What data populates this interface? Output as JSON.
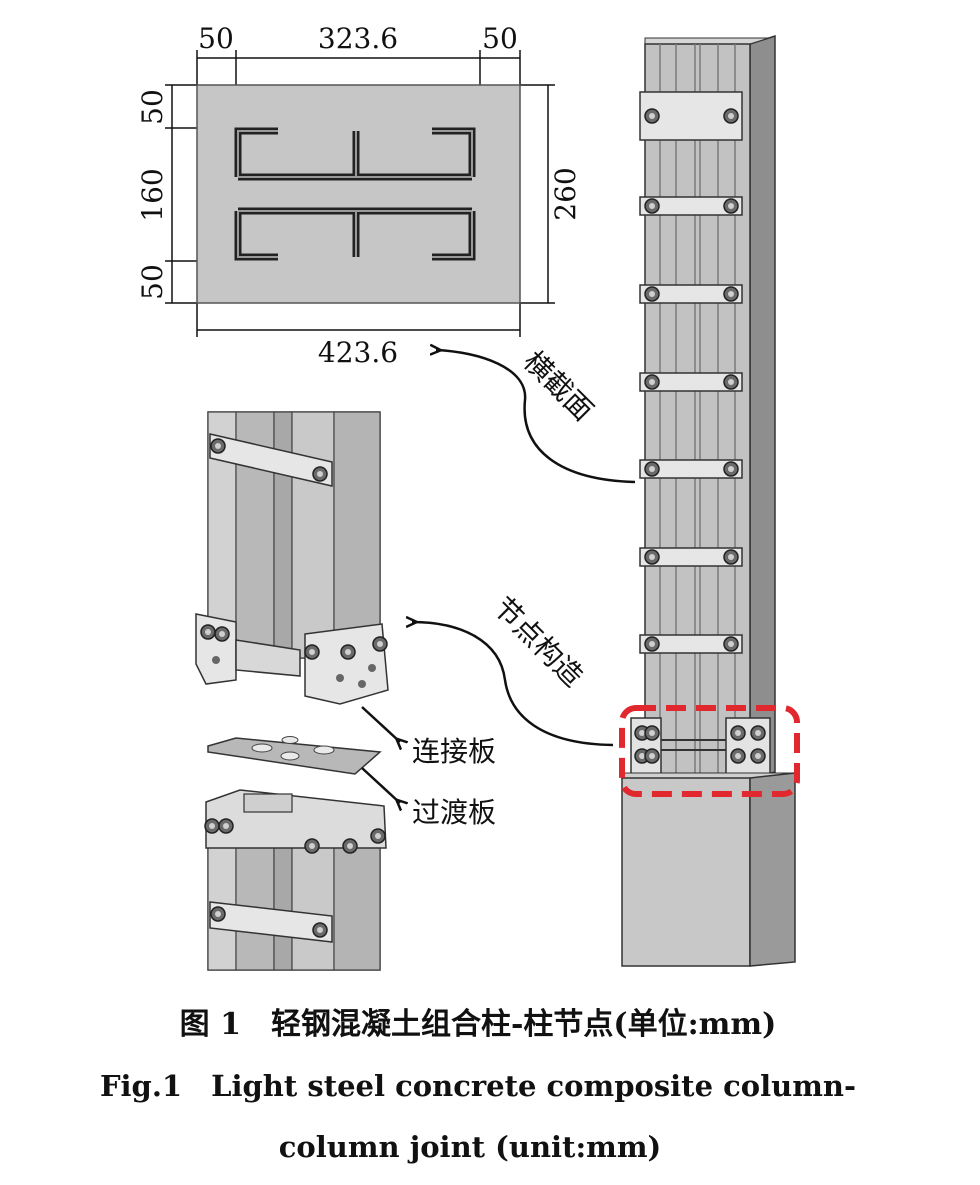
{
  "cross_section": {
    "dims_top": [
      "50",
      "323.6",
      "50"
    ],
    "dims_left": [
      "50",
      "160",
      "50"
    ],
    "dim_right": "260",
    "dim_bottom": "423.6"
  },
  "labels": {
    "cross_section": "横截面",
    "joint_detail": "节点构造",
    "connecting_plate": "连接板",
    "transition_plate": "过渡板"
  },
  "caption": {
    "cn": "图 1　轻钢混凝土组合柱-柱节点(单位:mm)",
    "en_line1": "Fig.1　Light steel concrete composite column-",
    "en_line2": "column joint (unit:mm)"
  },
  "colors": {
    "steel": "#bfbfbf",
    "steel_dark": "#8e8e8e",
    "concrete": "#c6c6c6",
    "highlight": "#e0282e"
  }
}
